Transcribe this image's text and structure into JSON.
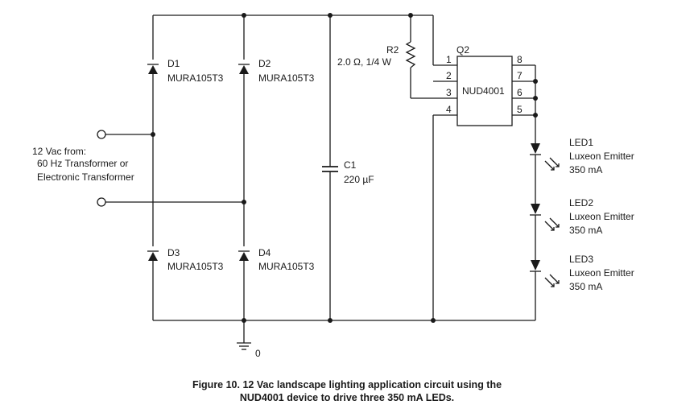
{
  "diodes": [
    {
      "ref": "D1",
      "part": "MURA105T3"
    },
    {
      "ref": "D2",
      "part": "MURA105T3"
    },
    {
      "ref": "D3",
      "part": "MURA105T3"
    },
    {
      "ref": "D4",
      "part": "MURA105T3"
    }
  ],
  "source": {
    "lines": [
      "12 Vac from:",
      "60 Hz Transformer or",
      "Electronic Transformer"
    ]
  },
  "capacitor": {
    "ref": "C1",
    "value": "220 µF"
  },
  "resistor": {
    "ref": "R2",
    "value": "2.0 Ω, 1/4 W"
  },
  "ic": {
    "ref": "Q2",
    "part": "NUD4001",
    "pins": [
      "1",
      "2",
      "3",
      "4",
      "8",
      "7",
      "6",
      "5"
    ]
  },
  "leds": [
    {
      "ref": "LED1",
      "type": "Luxeon Emitter",
      "current": "350 mA"
    },
    {
      "ref": "LED2",
      "type": "Luxeon Emitter",
      "current": "350 mA"
    },
    {
      "ref": "LED3",
      "type": "Luxeon Emitter",
      "current": "350 mA"
    }
  ],
  "ground": {
    "label": "0"
  },
  "caption": {
    "line1": "Figure 10. 12 Vac landscape lighting application circuit using the",
    "line2": "NUD4001 device to drive three 350 mA LEDs."
  }
}
